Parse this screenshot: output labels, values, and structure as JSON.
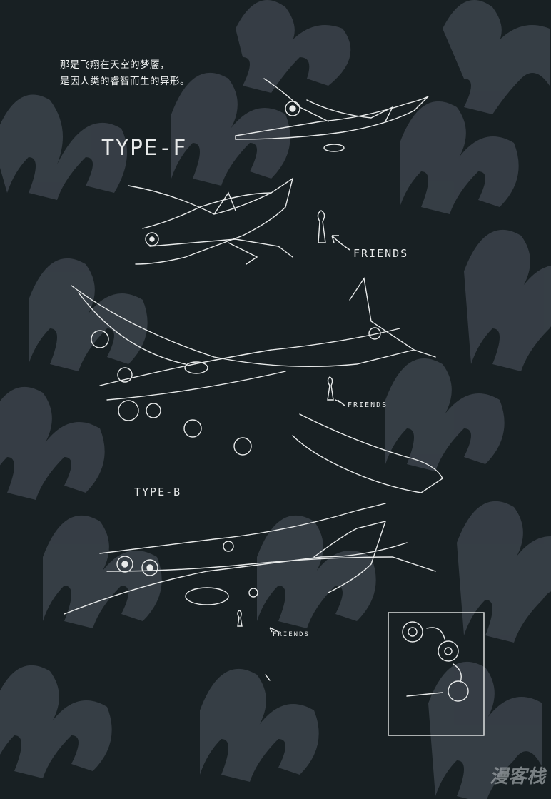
{
  "caption": {
    "line1": "那是飞翔在天空的梦靥，",
    "line2": "是因人类的睿智而生的异形。"
  },
  "labels": {
    "type_f": "TYPE-F",
    "friends_1": "FRIENDS",
    "friends_2": "FRIENDS",
    "type_b": "TYPE-B",
    "friends_3": "FRIENDS"
  },
  "watermark": "漫客栈",
  "colors": {
    "background": "#182023",
    "pattern": "#3a4149",
    "ink": "#e8eaea"
  }
}
